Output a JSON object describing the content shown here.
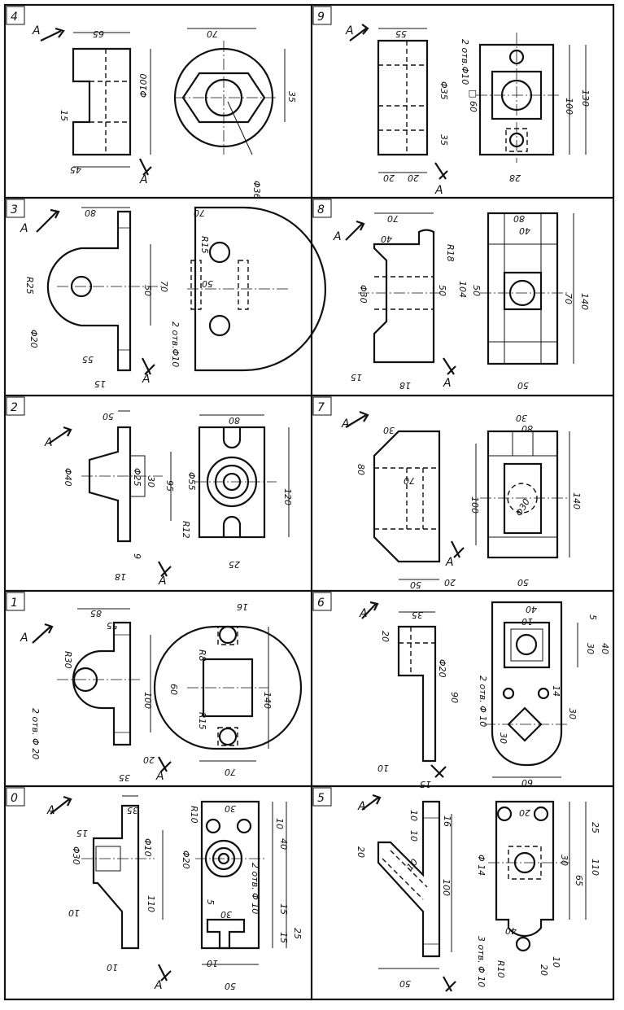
{
  "sheet": {
    "panel_numbers": [
      "4",
      "9",
      "3",
      "8",
      "2",
      "7",
      "1",
      "6",
      "0",
      "5"
    ],
    "section_marks": [
      "A",
      "A"
    ]
  },
  "dims": {
    "p4": [
      "65",
      "70",
      "Φ100",
      "15",
      "35",
      "45",
      "Φ36"
    ],
    "p9": [
      "55",
      "2 отв.Φ10",
      "□ 60",
      "Φ35",
      "100",
      "130",
      "35",
      "20",
      "20",
      "28"
    ],
    "p3": [
      "80",
      "70",
      "R25",
      "R15",
      "50",
      "70",
      "50",
      "Φ20",
      "55",
      "2 отв.Φ10",
      "15"
    ],
    "p8": [
      "70",
      "40",
      "R18",
      "80",
      "40",
      "Φ30",
      "50",
      "104",
      "50",
      "70",
      "140",
      "15",
      "18",
      "50"
    ],
    "p2": [
      "50",
      "80",
      "Φ40",
      "Φ25",
      "30",
      "95",
      "Φ55",
      "120",
      "R12",
      "9",
      "18",
      "25"
    ],
    "p7": [
      "30",
      "30",
      "80",
      "70",
      "80",
      "100",
      "140",
      "Φ30",
      "50",
      "20",
      "50"
    ],
    "p1": [
      "85",
      "55",
      "16",
      "R30",
      "R8",
      "60",
      "100",
      "140",
      "2 отв. Φ 20",
      "R15",
      "20",
      "35",
      "70"
    ],
    "p6": [
      "35",
      "20",
      "Φ20",
      "40",
      "10",
      "5",
      "30",
      "40",
      "2 отв. Φ 10",
      "14",
      "90",
      "30",
      "10",
      "15",
      "30",
      "60"
    ],
    "p0": [
      "35",
      "R10",
      "30",
      "Φ30",
      "15",
      "Φ10",
      "Φ20",
      "10",
      "40",
      "2 отв. Φ 10",
      "10",
      "110",
      "5",
      "30",
      "15",
      "15",
      "25",
      "10",
      "10",
      "50"
    ],
    "p5": [
      "10",
      "10",
      "16",
      "20",
      "20",
      "10",
      "Φ 14",
      "100",
      "30",
      "65",
      "110",
      "25",
      "3 отв. Φ 10",
      "40",
      "50",
      "R10",
      "20",
      "10"
    ]
  }
}
